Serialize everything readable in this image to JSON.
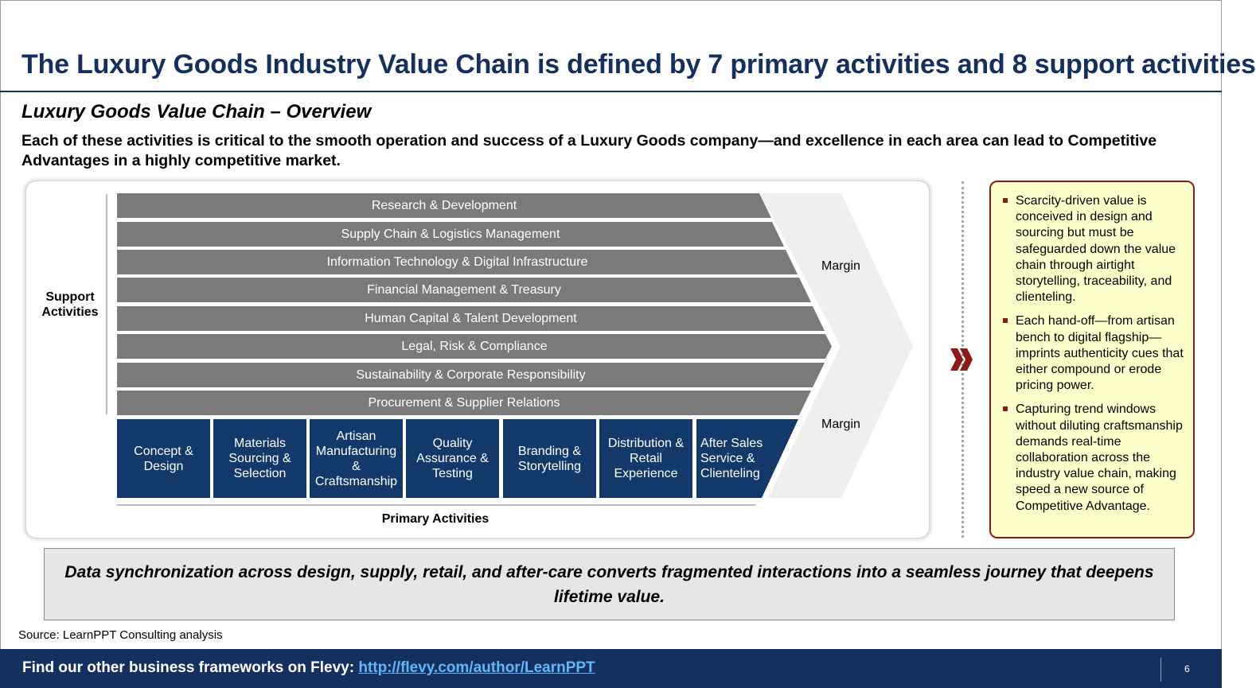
{
  "slide": {
    "title": "The Luxury Goods Industry Value Chain is defined by 7 primary activities and 8 support activities",
    "subtitle": "Luxury Goods Value Chain – Overview",
    "lead": "Each of these activities is critical to the smooth operation and success of a Luxury Goods company—and excellence in each area can lead to Competitive Advantages in a highly competitive market."
  },
  "diagram": {
    "support_label": "Support Activities",
    "support_activities": [
      "Research & Development",
      "Supply Chain & Logistics Management",
      "Information Technology & Digital Infrastructure",
      "Financial Management & Treasury",
      "Human Capital & Talent Development",
      "Legal, Risk & Compliance",
      "Sustainability & Corporate Responsibility",
      "Procurement & Supplier Relations"
    ],
    "primary_label": "Primary Activities",
    "primary_activities": [
      "Concept & Design",
      "Materials Sourcing & Selection",
      "Artisan Manufacturing & Craftsmanship",
      "Quality Assurance & Testing",
      "Branding & Storytelling",
      "Distribution & Retail Experience",
      "After Sales Service & Clienteling"
    ],
    "margin_top": "Margin",
    "margin_bottom": "Margin"
  },
  "insights": [
    "Scarcity-driven value is conceived in design and sourcing but must be safeguarded down the value chain through airtight storytelling, traceability, and clienteling.",
    "Each hand-off—from artisan bench to digital flagship—imprints authenticity cues that either compound or erode pricing power.",
    "Capturing trend windows without diluting craftsmanship demands real-time collaboration across the industry value chain, making speed a new source of Competitive Advantage."
  ],
  "callout": "Data synchronization across design, supply, retail, and after-care converts fragmented interactions into a seamless journey that deepens lifetime value.",
  "source": "Source: LearnPPT Consulting analysis",
  "footer": {
    "text": "Find our other business frameworks on Flevy:",
    "link": "http://flevy.com/author/LearnPPT",
    "page_number": "6"
  },
  "colors": {
    "title_navy": "#13305e",
    "primary_box": "#13386a",
    "support_bar": "#7a7a7a",
    "accent_red": "#8b1a1a",
    "insight_bg": "#ffffcc"
  }
}
